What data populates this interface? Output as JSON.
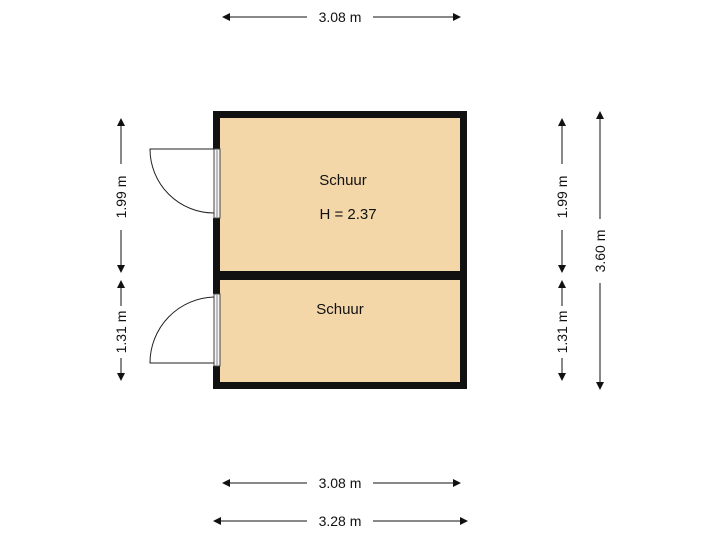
{
  "colors": {
    "wall": "#111111",
    "floor": "#f3d7a9",
    "dimension": "#111111",
    "door_glass": "#e8e8e8"
  },
  "rooms": [
    {
      "name": "Schuur",
      "height": "H = 2.37"
    },
    {
      "name": "Schuur"
    }
  ],
  "dimensions": {
    "top_width": "3.08 m",
    "bottom_inner_width": "3.08 m",
    "bottom_outer_width": "3.28 m",
    "left_upper": "1.99 m",
    "left_lower": "1.31 m",
    "right_upper": "1.99 m",
    "right_lower": "1.31 m",
    "right_total": "3.60 m"
  }
}
